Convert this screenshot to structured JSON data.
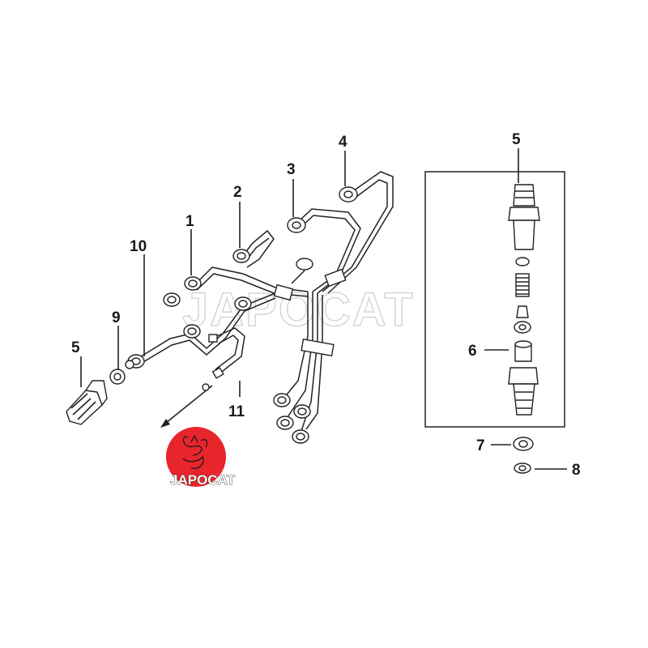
{
  "callouts": {
    "c1": "1",
    "c2": "2",
    "c3": "3",
    "c4": "4",
    "c5_left": "5",
    "c5_right": "5",
    "c6": "6",
    "c7": "7",
    "c8": "8",
    "c9": "9",
    "c10": "10",
    "c11": "11"
  },
  "watermark": "JAPOCAT",
  "logo": {
    "text": "JAPOCAT",
    "color": "#e8252b"
  }
}
